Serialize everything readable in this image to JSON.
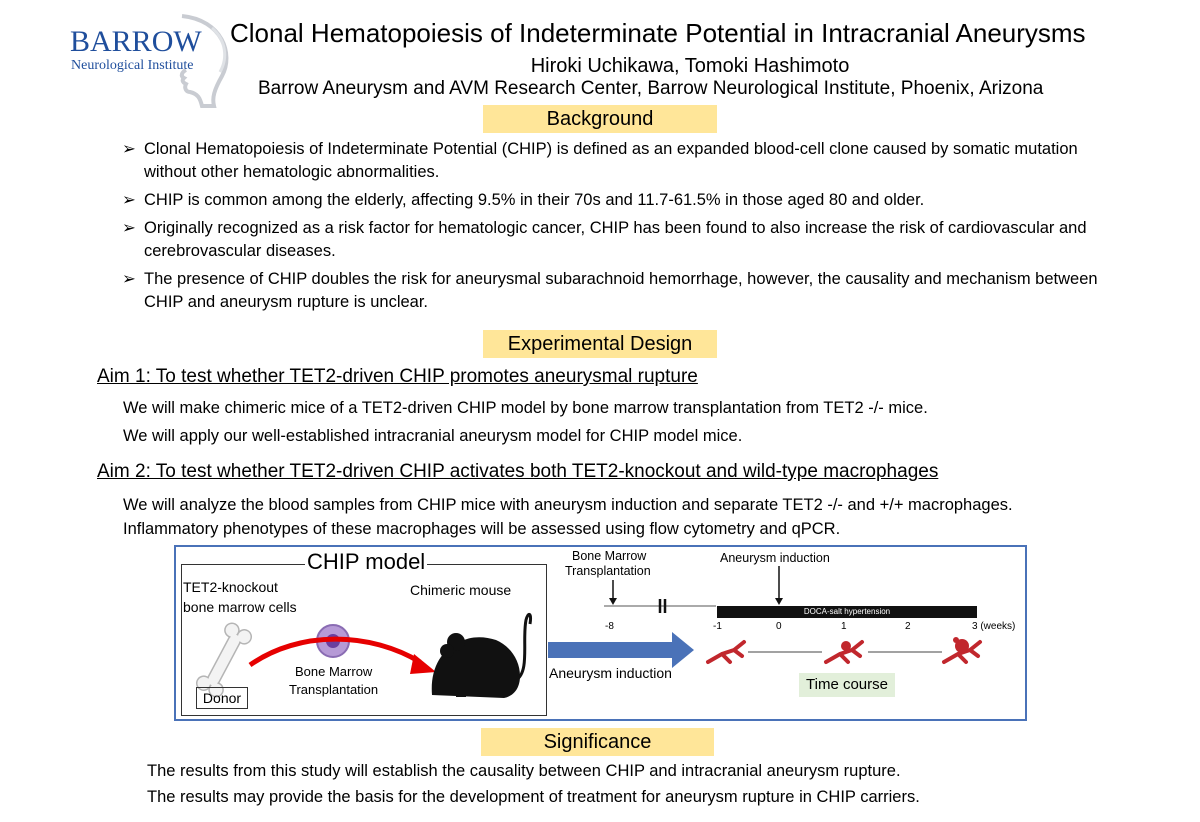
{
  "header": {
    "logo_main": "BARROW",
    "logo_sub": "Neurological Institute",
    "title": "Clonal Hematopoiesis of Indeterminate Potential in Intracranial Aneurysms",
    "authors": "Hiroki Uchikawa, Tomoki Hashimoto",
    "affiliation": "Barrow Aneurysm and AVM Research Center, Barrow Neurological Institute, Phoenix, Arizona"
  },
  "background": {
    "heading": "Background",
    "bullets": [
      "Clonal Hematopoiesis of Indeterminate Potential (CHIP) is defined as an expanded blood-cell clone caused by somatic mutation without other hematologic abnormalities.",
      "CHIP is common among the elderly, affecting 9.5% in their 70s and 11.7-61.5% in those aged 80 and older.",
      "Originally recognized as a risk factor for hematologic cancer, CHIP has been found to also increase the risk of cardiovascular and cerebrovascular diseases.",
      "The presence of CHIP doubles the risk for aneurysmal subarachnoid hemorrhage, however, the causality and mechanism between CHIP and aneurysm rupture is unclear."
    ]
  },
  "design": {
    "heading": "Experimental Design",
    "aim1": {
      "title": "Aim 1: To test whether TET2-driven CHIP promotes aneurysmal rupture",
      "lines": [
        "We will make chimeric mice of a TET2-driven CHIP model by bone marrow transplantation from TET2 -/- mice.",
        "We will apply our well-established intracranial aneurysm model for CHIP model mice."
      ]
    },
    "aim2": {
      "title": "Aim 2: To test whether TET2-driven CHIP activates both TET2-knockout and wild-type macrophages",
      "lines": [
        "We will analyze the blood samples from CHIP mice with aneurysm induction and separate TET2 -/- and +/+ macrophages.",
        "Inflammatory phenotypes of these macrophages will be assessed using flow cytometry and qPCR."
      ]
    }
  },
  "figure": {
    "chip_title": "CHIP model",
    "tet2_line1": "TET2-knockout",
    "tet2_line2": "bone marrow cells",
    "chimeric": "Chimeric mouse",
    "bmt_line1": "Bone Marrow",
    "bmt_line2": "Transplantation",
    "donor": "Donor",
    "arrow_label": "Aneurysm induction",
    "tl_bmt_line1": "Bone Marrow",
    "tl_bmt_line2": "Transplantation",
    "tl_induction": "Aneurysm induction",
    "doca": "DOCA-salt hypertension",
    "ticks": [
      "-8",
      "-1",
      "0",
      "1",
      "2",
      "3 (weeks)"
    ],
    "time_course": "Time course",
    "accent_color": "#4a72b8",
    "arrow_red": "#e60000",
    "highlight": "#ffe699"
  },
  "significance": {
    "heading": "Significance",
    "lines": [
      "The results from this study will establish the causality between CHIP and intracranial aneurysm rupture.",
      "The results may provide the basis for the development of treatment for aneurysm rupture in CHIP carriers."
    ]
  }
}
